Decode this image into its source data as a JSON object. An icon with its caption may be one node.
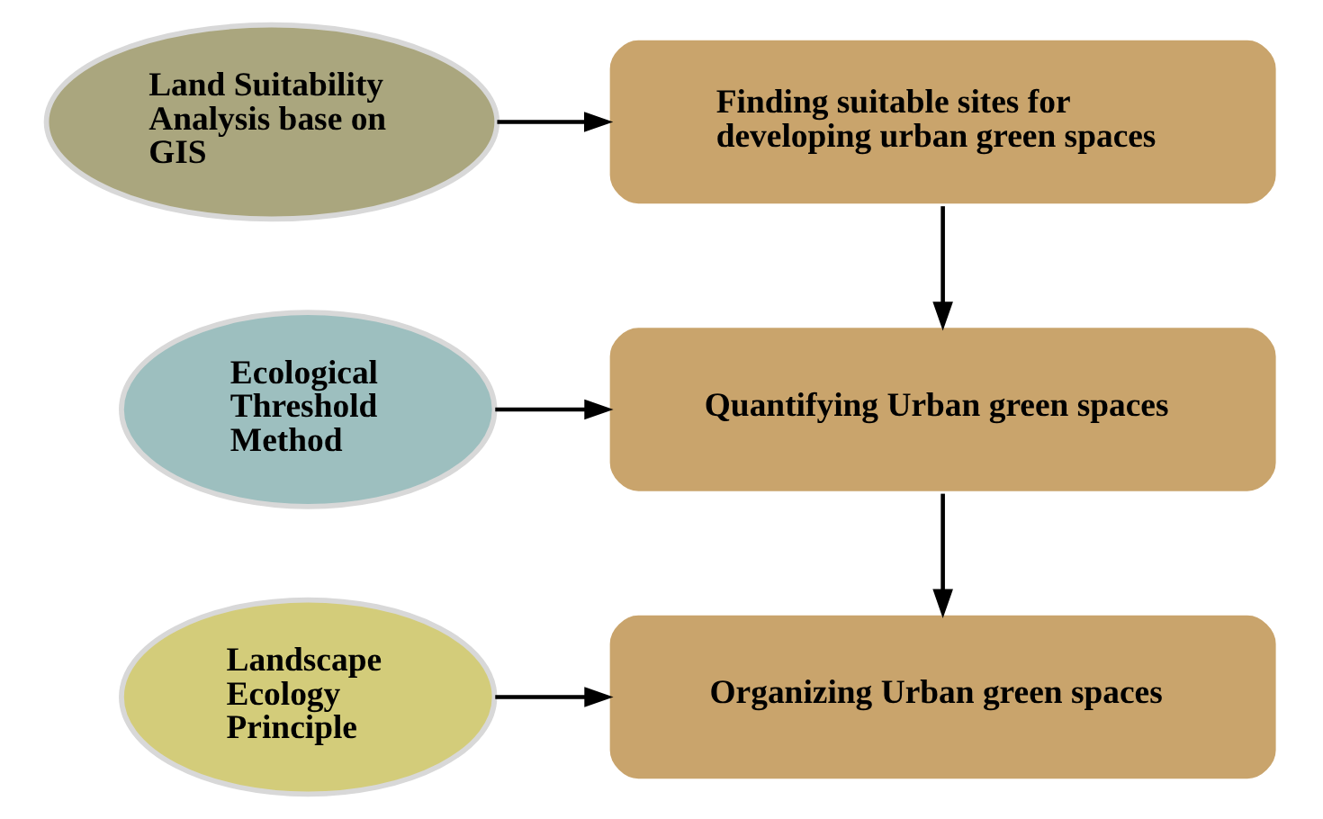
{
  "diagram": {
    "nodes": [
      {
        "text": [
          "Land Suitability Analysis base on GIS"
        ]
      },
      {
        "text": [
          "Finding suitable sites for developing urban green spaces"
        ]
      },
      {
        "text": [
          "Ecological Threshold Method"
        ]
      },
      {
        "text": [
          "Quantifying Urban green spaces"
        ]
      },
      {
        "text": [
          "Landscape Ecology Principle"
        ]
      },
      {
        "text": [
          "Organizing Urban green spaces"
        ]
      }
    ],
    "edges": [
      {
        "from": 0,
        "to": 1,
        "arrow": "to"
      },
      {
        "from": 1,
        "to": 3,
        "arrow": "to"
      },
      {
        "from": 2,
        "to": 3,
        "arrow": "to"
      },
      {
        "from": 3,
        "to": 5,
        "arrow": "to"
      },
      {
        "from": 4,
        "to": 5,
        "arrow": "to"
      }
    ]
  }
}
